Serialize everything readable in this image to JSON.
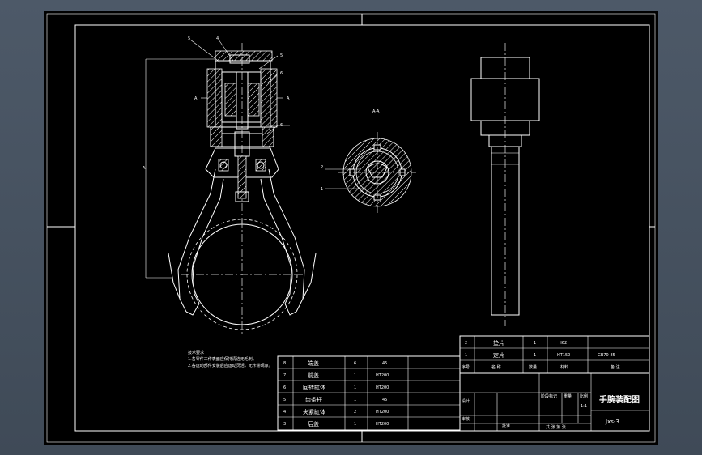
{
  "section_label": "A-A",
  "view_label_left": "A",
  "view_label_right": "A",
  "balloons_main": [
    "5",
    "4",
    "5",
    "6",
    "6"
  ],
  "balloons_section": [
    "2",
    "1"
  ],
  "notes": {
    "heading": "技术要求",
    "line1": "1.各零件工作表面应保持清洁无毛刺。",
    "line2": "2.各运动部件安装后应运动灵活，无卡滞现象。"
  },
  "bom_top": [
    {
      "no": "2",
      "name": "垫片",
      "qty": "1",
      "material": "H62"
    },
    {
      "no": "1",
      "name": "定片",
      "qty": "1",
      "material": "HT150",
      "note": "GB70-85"
    }
  ],
  "bom_header": {
    "no": "序号",
    "name": "名 称",
    "qty": "数量",
    "material": "材料",
    "note": "备 注"
  },
  "bom_bottom": [
    {
      "no": "8",
      "name": "端盖",
      "qty": "6",
      "material": "45"
    },
    {
      "no": "7",
      "name": "前盖",
      "qty": "1",
      "material": "HT200"
    },
    {
      "no": "6",
      "name": "回转缸体",
      "qty": "1",
      "material": "HT200"
    },
    {
      "no": "5",
      "name": "齿条杆",
      "qty": "1",
      "material": "45"
    },
    {
      "no": "4",
      "name": "夹紧缸体",
      "qty": "2",
      "material": "HT200"
    },
    {
      "no": "3",
      "name": "后盖",
      "qty": "1",
      "material": "HT200"
    }
  ],
  "title_block": {
    "title": "手腕装配图",
    "drawing_no": "Jxs-3",
    "designer_label": "设计",
    "checker_label": "审核",
    "approve_label": "批准",
    "stage_label": "阶段标记",
    "weight_label": "重量",
    "scale_label": "比例",
    "scale_value": "1:1",
    "sheet_label": "共 张 第 张"
  }
}
